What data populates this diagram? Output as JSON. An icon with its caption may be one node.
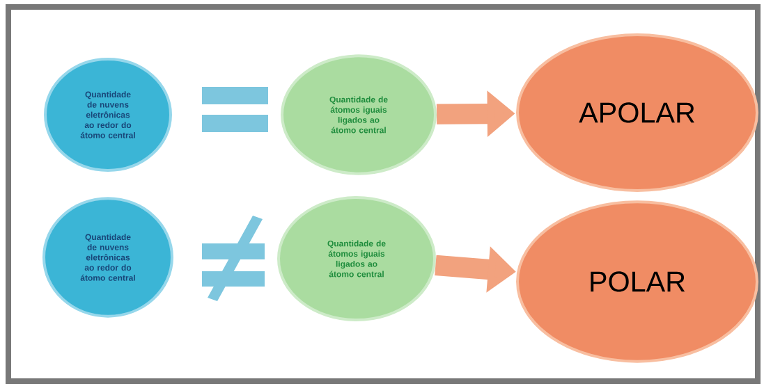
{
  "diagram": {
    "nodes": [
      {
        "text": [
          "Quantidade de nuvens eletrônicas ao redor do átomo central"
        ]
      },
      {
        "text": [
          "Quantidade de átomos iguais ligados ao átomo central"
        ]
      },
      {
        "text": [
          "APOLAR"
        ]
      },
      {
        "text": [
          "Quantidade de nuvens eletrônicas ao redor do átomo central"
        ]
      },
      {
        "text": [
          "Quantidade de átomos iguais ligados ao átomo central"
        ]
      },
      {
        "text": [
          "POLAR"
        ]
      }
    ],
    "edges": [
      {
        "from": 1,
        "to": 2,
        "arrow": "to"
      },
      {
        "from": 4,
        "to": 5,
        "arrow": "to"
      }
    ]
  }
}
